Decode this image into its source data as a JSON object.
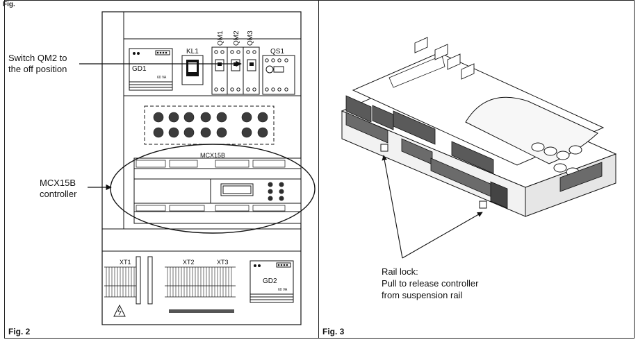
{
  "top_caption": "Fig.",
  "fig2": {
    "caption": "Fig. 2",
    "callout_switch_line1": "Switch QM2 to",
    "callout_switch_line2": "the off position",
    "callout_controller_line1": "MCX15B",
    "callout_controller_line2": "controller",
    "label_kl1": "KL1",
    "label_qm1": "QM1",
    "label_qm2": "QM2",
    "label_qm3": "QM3",
    "label_qs1": "QS1",
    "label_gd1": "GD1",
    "label_gd1_rating": "60 VA",
    "label_mcx": "MCX15B",
    "label_xt1": "XT1",
    "label_xt2": "XT2",
    "label_xt3": "XT3",
    "label_gd2": "GD2",
    "label_gd2_rating": "60 VA"
  },
  "fig3": {
    "caption": "Fig. 3",
    "rail_lock_line1": "Rail lock:",
    "rail_lock_line2": "Pull to release controller",
    "rail_lock_line3": "from suspension rail"
  }
}
